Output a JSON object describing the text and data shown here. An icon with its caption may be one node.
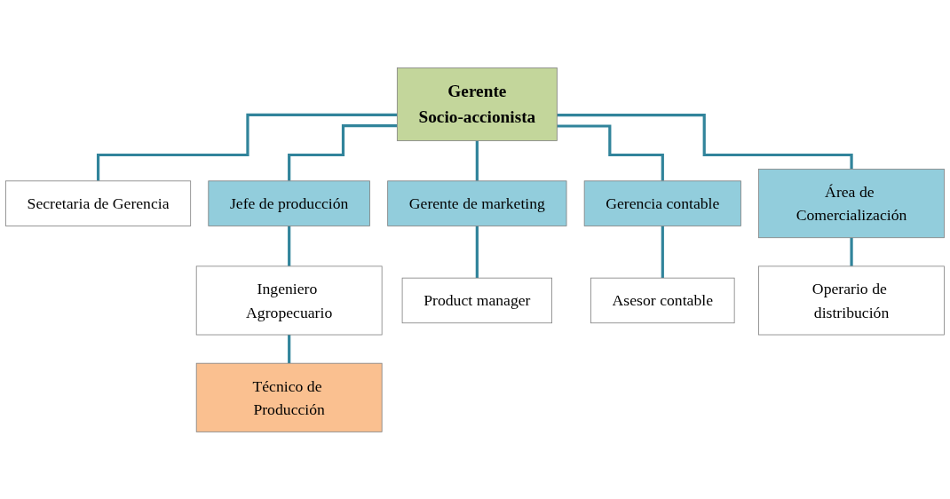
{
  "diagram": {
    "nodes": [
      {
        "text": [
          "Gerente",
          "Socio-accionista"
        ]
      },
      {
        "text": [
          "Secretaria de Gerencia"
        ]
      },
      {
        "text": [
          "Jefe de producción"
        ]
      },
      {
        "text": [
          "Gerente de marketing"
        ]
      },
      {
        "text": [
          "Gerencia contable"
        ]
      },
      {
        "text": [
          "Área de Comercialización"
        ]
      },
      {
        "text": [
          "Ingeniero Agropecuario"
        ]
      },
      {
        "text": [
          "Técnico de Producción"
        ]
      },
      {
        "text": [
          "Product manager"
        ]
      },
      {
        "text": [
          "Asesor contable"
        ]
      },
      {
        "text": [
          "Operario de distribución"
        ]
      }
    ],
    "edges": [
      {
        "from": 0,
        "to": 1,
        "arrow": "none"
      },
      {
        "from": 0,
        "to": 2,
        "arrow": "none"
      },
      {
        "from": 0,
        "to": 3,
        "arrow": "none"
      },
      {
        "from": 0,
        "to": 4,
        "arrow": "none"
      },
      {
        "from": 0,
        "to": 5,
        "arrow": "none"
      },
      {
        "from": 2,
        "to": 6,
        "arrow": "none"
      },
      {
        "from": 6,
        "to": 7,
        "arrow": "none"
      },
      {
        "from": 3,
        "to": 8,
        "arrow": "none"
      },
      {
        "from": 4,
        "to": 9,
        "arrow": "none"
      },
      {
        "from": 5,
        "to": 10,
        "arrow": "none"
      }
    ]
  }
}
